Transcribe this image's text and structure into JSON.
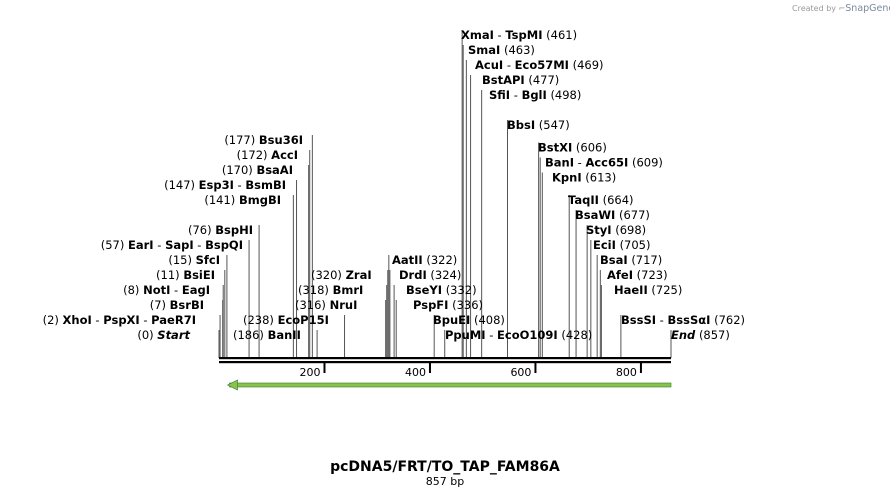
{
  "credit": {
    "prefix": "Created by",
    "brand": "SnapGene"
  },
  "plasmid": {
    "name": "pcDNA5/FRT/TO_TAP_FAM86A",
    "length_label": "857 bp"
  },
  "sequence_length": 857,
  "colors": {
    "feature_arrow": "#8bc34a",
    "feature_outline": "#2e7d32",
    "backbone": "#000000",
    "leader": "#555555"
  },
  "axis_ticks": [
    {
      "value": 200,
      "label": "200"
    },
    {
      "value": 400,
      "label": "400"
    },
    {
      "value": 600,
      "label": "600"
    },
    {
      "value": 800,
      "label": "800"
    }
  ],
  "feature": {
    "start": 1,
    "end": 857,
    "direction": "reverse"
  },
  "sites": [
    {
      "id": "start",
      "parts": [
        {
          "t": "Start",
          "s": "it"
        }
      ],
      "pos_label": "(0)",
      "pos": 0,
      "side": "left"
    },
    {
      "id": "xhoi",
      "parts": [
        {
          "t": "XhoI",
          "s": "enz"
        },
        {
          "t": " - ",
          "s": "pos"
        },
        {
          "t": "PspXI",
          "s": "enz"
        },
        {
          "t": " - ",
          "s": "pos"
        },
        {
          "t": "PaeR7I",
          "s": "enz"
        }
      ],
      "pos_label": "(2)",
      "pos": 2,
      "side": "left"
    },
    {
      "id": "bsrbi",
      "parts": [
        {
          "t": "BsrBI",
          "s": "enz"
        }
      ],
      "pos_label": "(7)",
      "pos": 7,
      "side": "left"
    },
    {
      "id": "noti",
      "parts": [
        {
          "t": "NotI",
          "s": "enz"
        },
        {
          "t": " - ",
          "s": "pos"
        },
        {
          "t": "EagI",
          "s": "enz"
        }
      ],
      "pos_label": "(8)",
      "pos": 8,
      "side": "left"
    },
    {
      "id": "bsiei",
      "parts": [
        {
          "t": "BsiEI",
          "s": "enz"
        }
      ],
      "pos_label": "(11)",
      "pos": 11,
      "side": "left"
    },
    {
      "id": "sfci",
      "parts": [
        {
          "t": "SfcI",
          "s": "enz"
        }
      ],
      "pos_label": "(15)",
      "pos": 15,
      "side": "left"
    },
    {
      "id": "eari",
      "parts": [
        {
          "t": "EarI",
          "s": "enz"
        },
        {
          "t": " - ",
          "s": "pos"
        },
        {
          "t": "SapI",
          "s": "enz"
        },
        {
          "t": " - ",
          "s": "pos"
        },
        {
          "t": "BspQI",
          "s": "enz"
        }
      ],
      "pos_label": "(57)",
      "pos": 57,
      "side": "left"
    },
    {
      "id": "bsphi",
      "parts": [
        {
          "t": "BspHI",
          "s": "enz"
        }
      ],
      "pos_label": "(76)",
      "pos": 76,
      "side": "left"
    },
    {
      "id": "bmgbi",
      "parts": [
        {
          "t": "BmgBI",
          "s": "enz"
        }
      ],
      "pos_label": "(141)",
      "pos": 141,
      "side": "left"
    },
    {
      "id": "esp3i",
      "parts": [
        {
          "t": "Esp3I",
          "s": "enz"
        },
        {
          "t": " - ",
          "s": "pos"
        },
        {
          "t": "BsmBI",
          "s": "enz"
        }
      ],
      "pos_label": "(147)",
      "pos": 147,
      "side": "left"
    },
    {
      "id": "bsaai",
      "parts": [
        {
          "t": "BsaAI",
          "s": "enz"
        }
      ],
      "pos_label": "(170)",
      "pos": 170,
      "side": "left"
    },
    {
      "id": "acci",
      "parts": [
        {
          "t": "AccI",
          "s": "enz"
        }
      ],
      "pos_label": "(172)",
      "pos": 172,
      "side": "left"
    },
    {
      "id": "bsu36i",
      "parts": [
        {
          "t": "Bsu36I",
          "s": "enz"
        }
      ],
      "pos_label": "(177)",
      "pos": 177,
      "side": "left"
    },
    {
      "id": "banii",
      "parts": [
        {
          "t": "BanII",
          "s": "enz"
        }
      ],
      "pos_label": "(186)",
      "pos": 186,
      "side": "left"
    },
    {
      "id": "ecop15i",
      "parts": [
        {
          "t": "EcoP15I",
          "s": "enz"
        }
      ],
      "pos_label": "(238)",
      "pos": 238,
      "side": "left"
    },
    {
      "id": "nrui",
      "parts": [
        {
          "t": "NruI",
          "s": "enz"
        }
      ],
      "pos_label": "(316)",
      "pos": 316,
      "side": "left"
    },
    {
      "id": "bmri",
      "parts": [
        {
          "t": "BmrI",
          "s": "enz"
        }
      ],
      "pos_label": "(318)",
      "pos": 318,
      "side": "left"
    },
    {
      "id": "zrai",
      "parts": [
        {
          "t": "ZraI",
          "s": "enz"
        }
      ],
      "pos_label": "(320)",
      "pos": 320,
      "side": "left"
    },
    {
      "id": "aatii",
      "parts": [
        {
          "t": "AatII",
          "s": "enz"
        }
      ],
      "pos_label": "(322)",
      "pos": 322,
      "side": "right"
    },
    {
      "id": "drdi",
      "parts": [
        {
          "t": "DrdI",
          "s": "enz"
        }
      ],
      "pos_label": "(324)",
      "pos": 324,
      "side": "right"
    },
    {
      "id": "bseyi",
      "parts": [
        {
          "t": "BseYI",
          "s": "enz"
        }
      ],
      "pos_label": "(332)",
      "pos": 332,
      "side": "right"
    },
    {
      "id": "pspfi",
      "parts": [
        {
          "t": "PspFI",
          "s": "enz"
        }
      ],
      "pos_label": "(336)",
      "pos": 336,
      "side": "right"
    },
    {
      "id": "bpuei",
      "parts": [
        {
          "t": "BpuEI",
          "s": "enz"
        }
      ],
      "pos_label": "(408)",
      "pos": 408,
      "side": "right"
    },
    {
      "id": "ppumi",
      "parts": [
        {
          "t": "PpuMI",
          "s": "enz"
        },
        {
          "t": " - ",
          "s": "pos"
        },
        {
          "t": "EcoO109I",
          "s": "enz"
        }
      ],
      "pos_label": "(428)",
      "pos": 428,
      "side": "right"
    },
    {
      "id": "xmai",
      "parts": [
        {
          "t": "XmaI",
          "s": "enz"
        },
        {
          "t": " - ",
          "s": "pos"
        },
        {
          "t": "TspMI",
          "s": "enz"
        }
      ],
      "pos_label": "(461)",
      "pos": 461,
      "side": "right"
    },
    {
      "id": "smai",
      "parts": [
        {
          "t": "SmaI",
          "s": "enz"
        }
      ],
      "pos_label": "(463)",
      "pos": 463,
      "side": "right"
    },
    {
      "id": "acui",
      "parts": [
        {
          "t": "AcuI",
          "s": "enz"
        },
        {
          "t": " - ",
          "s": "pos"
        },
        {
          "t": "Eco57MI",
          "s": "enz"
        }
      ],
      "pos_label": "(469)",
      "pos": 469,
      "side": "right"
    },
    {
      "id": "bstapi",
      "parts": [
        {
          "t": "BstAPI",
          "s": "enz"
        }
      ],
      "pos_label": "(477)",
      "pos": 477,
      "side": "right"
    },
    {
      "id": "sfii",
      "parts": [
        {
          "t": "SfiI",
          "s": "enz"
        },
        {
          "t": " - ",
          "s": "pos"
        },
        {
          "t": "BglI",
          "s": "enz"
        }
      ],
      "pos_label": "(498)",
      "pos": 498,
      "side": "right"
    },
    {
      "id": "bbsi",
      "parts": [
        {
          "t": "BbsI",
          "s": "enz"
        }
      ],
      "pos_label": "(547)",
      "pos": 547,
      "side": "right"
    },
    {
      "id": "bstxi",
      "parts": [
        {
          "t": "BstXI",
          "s": "enz"
        }
      ],
      "pos_label": "(606)",
      "pos": 606,
      "side": "right"
    },
    {
      "id": "bani",
      "parts": [
        {
          "t": "BanI",
          "s": "enz"
        },
        {
          "t": " - ",
          "s": "pos"
        },
        {
          "t": "Acc65I",
          "s": "enz"
        }
      ],
      "pos_label": "(609)",
      "pos": 609,
      "side": "right"
    },
    {
      "id": "kpni",
      "parts": [
        {
          "t": "KpnI",
          "s": "enz"
        }
      ],
      "pos_label": "(613)",
      "pos": 613,
      "side": "right"
    },
    {
      "id": "taqii",
      "parts": [
        {
          "t": "TaqII",
          "s": "enz"
        }
      ],
      "pos_label": "(664)",
      "pos": 664,
      "side": "right"
    },
    {
      "id": "bsawi",
      "parts": [
        {
          "t": "BsaWI",
          "s": "enz"
        }
      ],
      "pos_label": "(677)",
      "pos": 677,
      "side": "right"
    },
    {
      "id": "styi",
      "parts": [
        {
          "t": "StyI",
          "s": "enz"
        }
      ],
      "pos_label": "(698)",
      "pos": 698,
      "side": "right"
    },
    {
      "id": "ecii",
      "parts": [
        {
          "t": "EciI",
          "s": "enz"
        }
      ],
      "pos_label": "(705)",
      "pos": 705,
      "side": "right"
    },
    {
      "id": "bsai",
      "parts": [
        {
          "t": "BsaI",
          "s": "enz"
        }
      ],
      "pos_label": "(717)",
      "pos": 717,
      "side": "right"
    },
    {
      "id": "afei",
      "parts": [
        {
          "t": "AfeI",
          "s": "enz"
        }
      ],
      "pos_label": "(723)",
      "pos": 723,
      "side": "right"
    },
    {
      "id": "haeii",
      "parts": [
        {
          "t": "HaeII",
          "s": "enz"
        }
      ],
      "pos_label": "(725)",
      "pos": 725,
      "side": "right"
    },
    {
      "id": "bsssi",
      "parts": [
        {
          "t": "BssSI",
          "s": "enz"
        },
        {
          "t": " - ",
          "s": "pos"
        },
        {
          "t": "BssSαI",
          "s": "enz"
        }
      ],
      "pos_label": "(762)",
      "pos": 762,
      "side": "right"
    },
    {
      "id": "end",
      "parts": [
        {
          "t": "End",
          "s": "it"
        }
      ],
      "pos_label": "(857)",
      "pos": 857,
      "side": "right"
    }
  ]
}
